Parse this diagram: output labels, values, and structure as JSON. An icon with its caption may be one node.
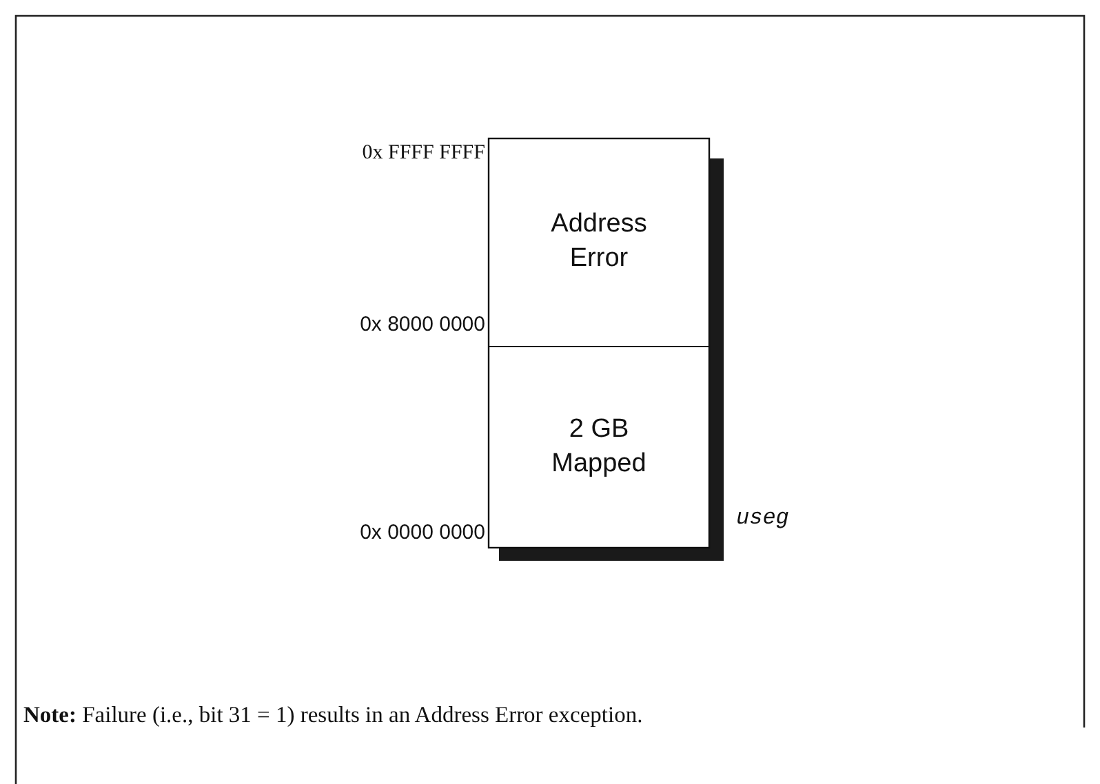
{
  "diagram": {
    "nodes": [
      {
        "text": [
          "Address Error"
        ]
      },
      {
        "text": [
          "2 GB Mapped"
        ]
      }
    ],
    "labels": [
      "0x FFFF FFFF",
      "0x 8000 0000",
      "0x 0000 0000",
      "useg",
      "**Note:** Failure (i.e., bit 31 = 1) results in an Address Error exception."
    ]
  }
}
